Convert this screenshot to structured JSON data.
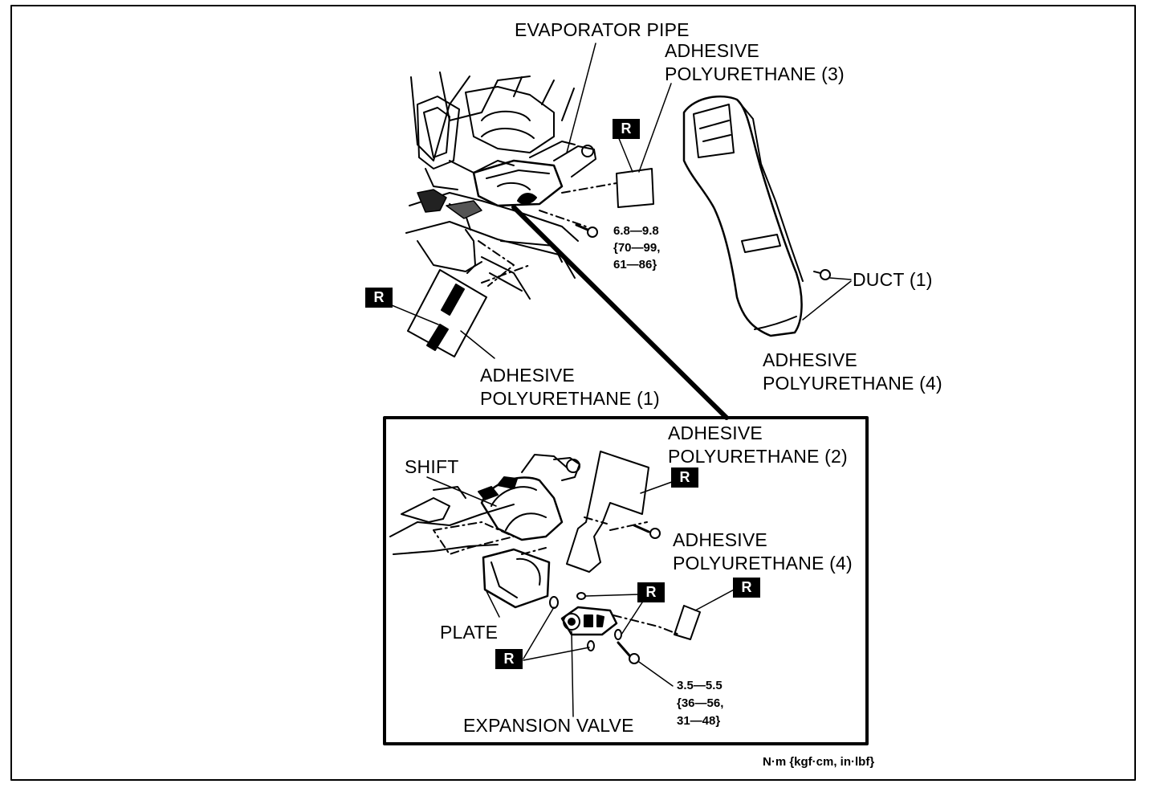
{
  "labels": {
    "evaporator_pipe": "EVAPORATOR PIPE",
    "adhesive_3": [
      "ADHESIVE",
      "POLYURETHANE (3)"
    ],
    "adhesive_1": [
      "ADHESIVE",
      "POLYURETHANE (1)"
    ],
    "duct_1": "DUCT (1)",
    "adhesive_4_top": [
      "ADHESIVE",
      "POLYURETHANE (4)"
    ],
    "adhesive_2": [
      "ADHESIVE",
      "POLYURETHANE (2)"
    ],
    "adhesive_4_inset": [
      "ADHESIVE",
      "POLYURETHANE (4)"
    ],
    "shift": "SHIFT",
    "plate": "PLATE",
    "expansion_valve": "EXPANSION VALVE"
  },
  "torque_upper": [
    "6.8—9.8",
    "{70—99,",
    "61—86}"
  ],
  "torque_lower": [
    "3.5—5.5",
    "{36—56,",
    "31—48}"
  ],
  "units": "N·m {kgf·cm, in·lbf}",
  "replace_badge": "R"
}
